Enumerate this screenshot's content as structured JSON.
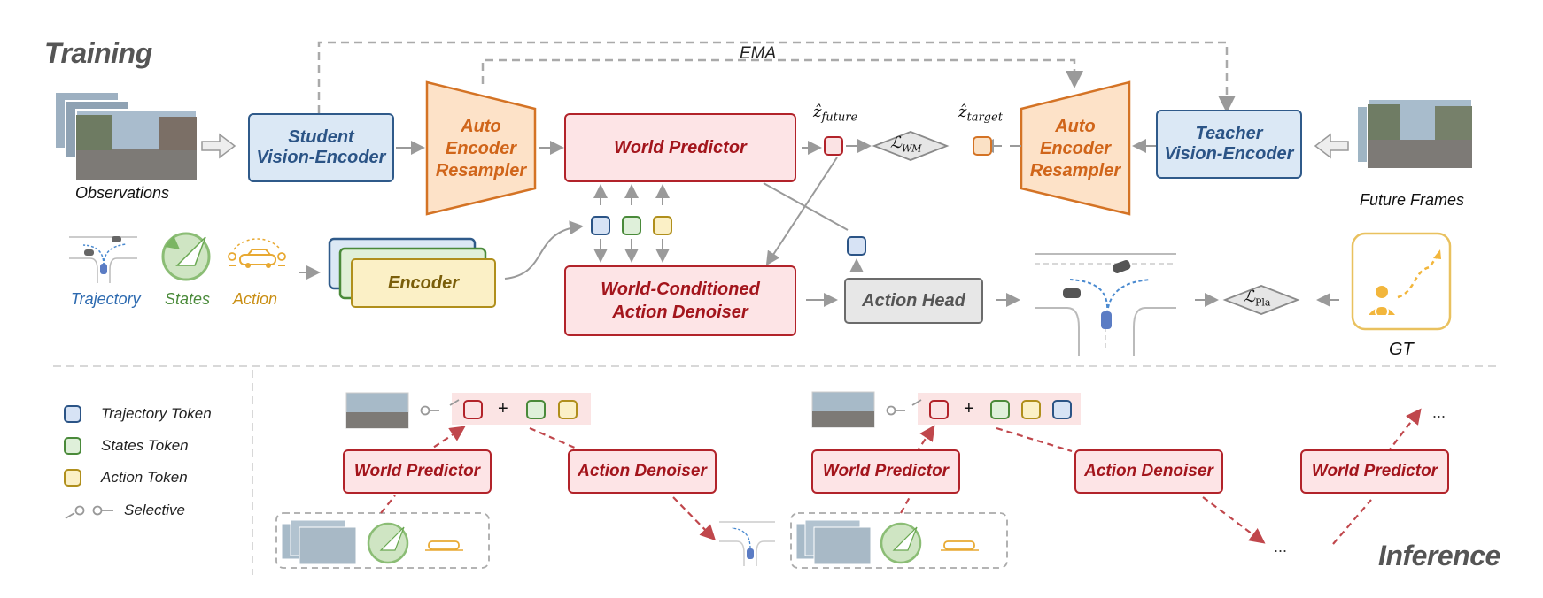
{
  "sections": {
    "training": "Training",
    "inference": "Inference"
  },
  "top": {
    "ema": "EMA",
    "observations": "Observations",
    "future_frames": "Future Frames",
    "student_encoder": [
      "Student",
      "Vision-Encoder"
    ],
    "teacher_encoder": [
      "Teacher",
      "Vision-Encoder"
    ],
    "resampler": [
      "Auto",
      "Encoder",
      "Resampler"
    ],
    "world_predictor": "World Predictor",
    "z_future": "ẑ",
    "z_future_sub": "future",
    "z_target": "ẑ",
    "z_target_sub": "target",
    "loss_wm": "ℒ",
    "loss_wm_sub": "WM",
    "loss_pla": "ℒ",
    "loss_pla_sub": "Pla"
  },
  "middle": {
    "trajectory": "Trajectory",
    "states": "States",
    "action": "Action",
    "encoder": "Encoder",
    "denoiser": [
      "World-Conditioned",
      "Action Denoiser"
    ],
    "action_head": "Action Head",
    "gt": "GT"
  },
  "legend": {
    "trajectory_token": "Trajectory Token",
    "states_token": "States Token",
    "action_token": "Action Token",
    "selective": "Selective"
  },
  "inference": {
    "world_predictor": "World Predictor",
    "action_denoiser": "Action Denoiser",
    "plus": "+",
    "ellipsis": "..."
  },
  "colors": {
    "blue": "#2b5486",
    "red": "#b2232a",
    "orange": "#d47325",
    "green": "#4a8a3a",
    "yellow": "#b08f1c",
    "grey": "#9a9a9a"
  }
}
